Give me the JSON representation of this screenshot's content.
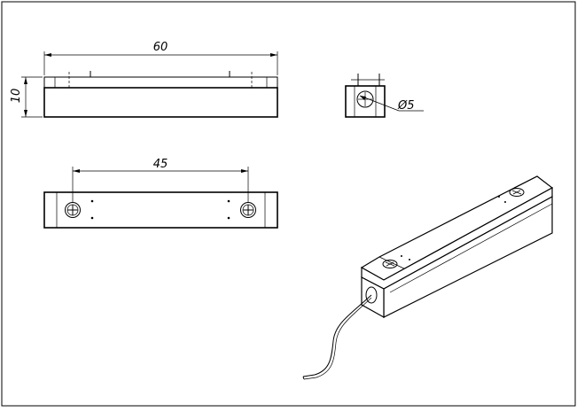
{
  "drawing": {
    "front_view": {
      "length_dim": "60",
      "height_dim": "10"
    },
    "side_view": {
      "hole_dim": "Ø5"
    },
    "top_view": {
      "spacing_dim": "45"
    }
  }
}
